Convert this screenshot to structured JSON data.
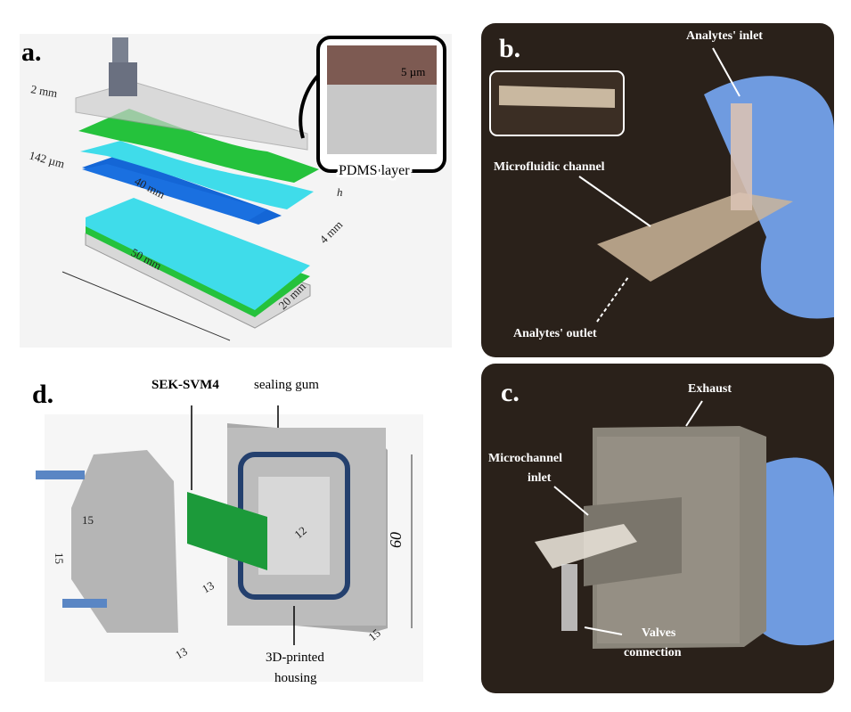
{
  "panel_a": {
    "label": "a.",
    "dims": {
      "top_thickness": "2 mm",
      "layer_thickness": "142 µm",
      "height": "h",
      "channel_length": "40 mm",
      "channel_width": "4 mm",
      "length": "50 mm",
      "width": "20 mm"
    },
    "inset": {
      "scale": "5 µm",
      "caption": "PDMS layer"
    }
  },
  "panel_b": {
    "label": "b.",
    "annotations": {
      "inlet": "Analytes' inlet",
      "channel": "Microfluidic channel",
      "outlet": "Analytes' outlet"
    }
  },
  "panel_c": {
    "label": "c.",
    "annotations": {
      "exhaust": "Exhaust",
      "microchannel_inlet_1": "Microchannel",
      "microchannel_inlet_2": "inlet",
      "valves_1": "Valves",
      "valves_2": "connection"
    }
  },
  "panel_d": {
    "label": "d.",
    "annotations": {
      "sensor": "SEK-SVM4",
      "gum": "sealing gum",
      "housing_1": "3D-printed",
      "housing_2": "housing"
    },
    "dims": {
      "d15a": "15",
      "d15b": "15",
      "d13a": "13",
      "d13b": "13",
      "d12": "12",
      "d60": "60",
      "d15c": "15"
    }
  },
  "colors": {
    "green": "#22c43a",
    "cyan": "#3fdcea",
    "blue": "#1466d6",
    "photo_bg": "#2a211a",
    "glove": "#6f9be0"
  }
}
